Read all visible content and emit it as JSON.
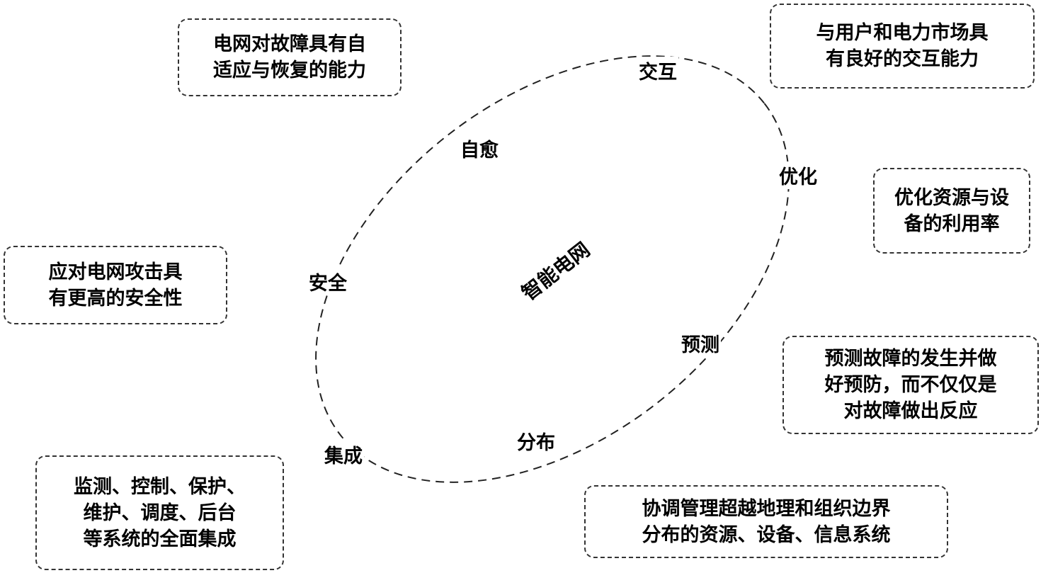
{
  "center_label": "智能电网",
  "nodes": {
    "interaction": "交互",
    "self_healing": "自愈",
    "optimization": "优化",
    "security": "安全",
    "prediction": "预测",
    "integration": "集成",
    "distribution": "分布"
  },
  "descriptions": {
    "self_healing": "电网对故障具有自\n适应与恢复的能力",
    "interaction": "与用户和电力市场具\n有良好的交互能力",
    "optimization": "优化资源与设\n备的利用率",
    "security": "应对电网攻击具\n有更高的安全性",
    "prediction": "预测故障的发生并做\n好预防，而不仅仅是\n对故障做出反应",
    "integration": "监测、控制、保护、\n维护、调度、后台\n等系统的全面集成",
    "distribution": "协调管理超越地理和组织边界\n分布的资源、设备、信息系统"
  }
}
